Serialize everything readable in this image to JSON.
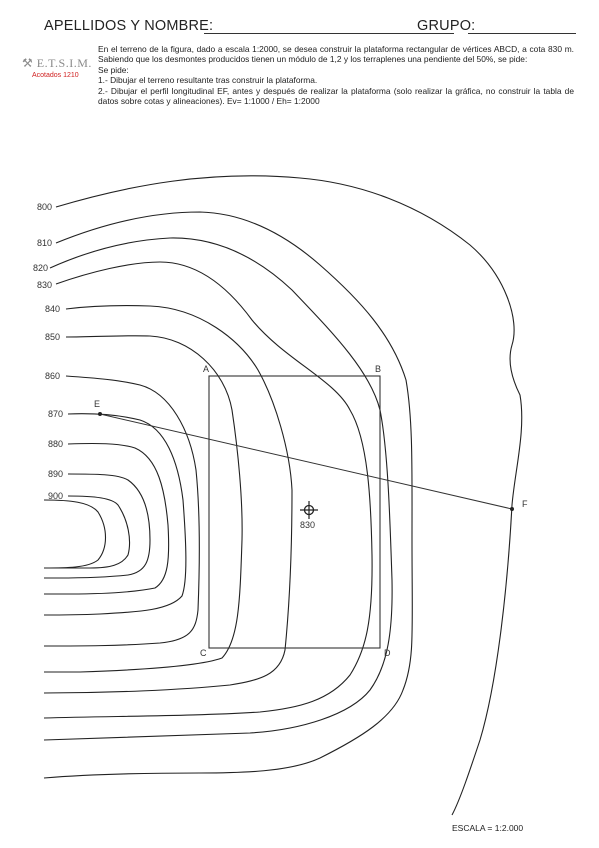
{
  "header": {
    "name_label": "APELLIDOS Y NOMBRE:",
    "group_label": "GRUPO:"
  },
  "logo": {
    "text": "E.T.S.I.M.",
    "subtitle": "Acotados 1210"
  },
  "statement": {
    "intro": "En el terreno de la figura, dado a escala 1:2000, se desea construir la plataforma rectangular de vértices ABCD, a cota 830 m. Sabiendo que los desmontes producidos tienen un módulo de 1,2 y los terraplenes una pendiente del 50%, se pide:",
    "se_pide": "Se pide:",
    "item1": "1.- Dibujar el terreno resultante tras construir la plataforma.",
    "item2": "2.- Dibujar el perfil longitudinal EF, antes y después de realizar la plataforma (solo realizar la gráfica, no construir la tabla de datos sobre cotas y alineaciones). Ev= 1:1000 / Eh= 1:2000"
  },
  "contours": {
    "labels": [
      "800",
      "810",
      "820",
      "830",
      "840",
      "850",
      "860",
      "870",
      "880",
      "890",
      "900"
    ]
  },
  "platform": {
    "vertices": [
      "A",
      "B",
      "C",
      "D"
    ],
    "elevation": "830"
  },
  "profile": {
    "start": "E",
    "end": "F"
  },
  "scale": {
    "text": "ESCALA = 1:2.000"
  },
  "colors": {
    "ink": "#222222",
    "logo_red": "#d02020",
    "logo_gray": "#8a8a8a"
  }
}
